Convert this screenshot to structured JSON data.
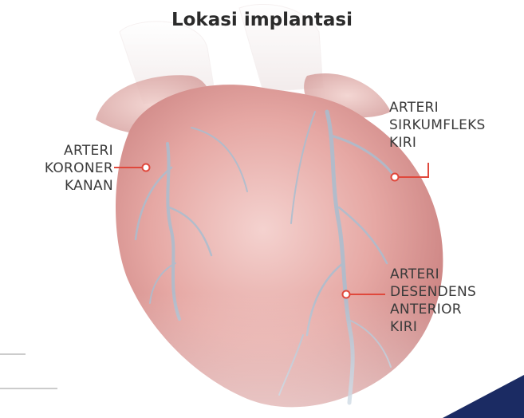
{
  "title": "Lokasi implantasi",
  "labels": {
    "right_coronary": [
      "ARTERI",
      "KORONER",
      "KANAN"
    ],
    "circumflex": [
      "ARTERI",
      "SIRKUMFLEKS",
      "KIRI"
    ],
    "lad": [
      "ARTERI",
      "DESENDENS",
      "ANTERIOR",
      "KIRI"
    ]
  },
  "colors": {
    "leader": "#e0483c",
    "heart": "#d98a8a",
    "heart_highlight": "#f3c4c0",
    "vessel": "#a9bed0",
    "corner": "#1b2b63"
  }
}
